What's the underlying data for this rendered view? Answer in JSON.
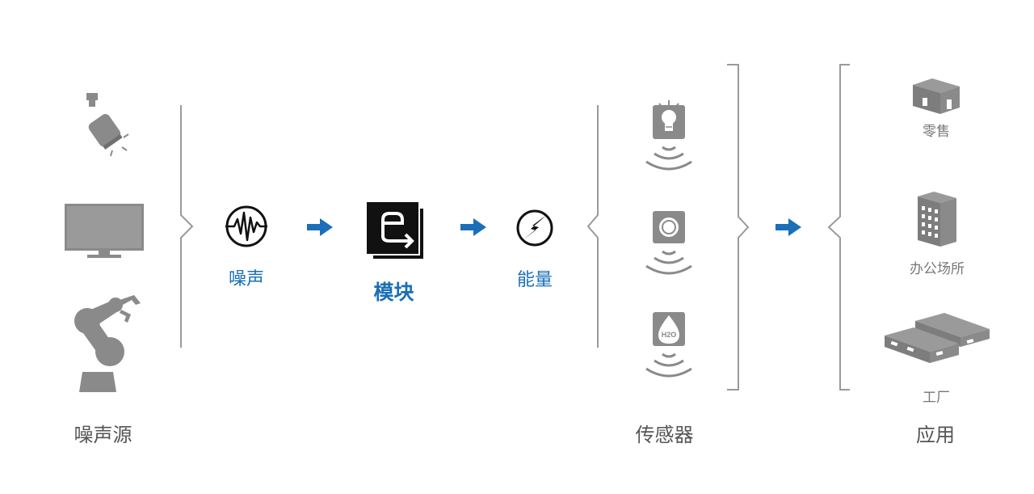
{
  "diagram": {
    "noise_source_label": "噪声源",
    "noise_label": "噪声",
    "module_label": "模块",
    "energy_label": "能量",
    "sensors_label": "传感器",
    "applications_label": "应用",
    "applications": {
      "retail": "零售",
      "office": "办公场所",
      "factory": "工厂"
    },
    "sensor_water_text": "H2O"
  },
  "colors": {
    "accent_blue": "#1a6fb8",
    "icon_gray": "#8a8a8a",
    "text_gray": "#555555",
    "bracket_gray": "#9a9a9a"
  },
  "icons": {
    "noise_sources": [
      "spotlight-icon",
      "monitor-icon",
      "robot-arm-icon"
    ],
    "flow": [
      "noise-wave-icon",
      "module-icon",
      "energy-bolt-icon"
    ],
    "sensors": [
      "light-sensor-icon",
      "camera-sensor-icon",
      "water-sensor-icon"
    ],
    "applications": [
      "retail-building-icon",
      "office-building-icon",
      "factory-building-icon"
    ]
  }
}
